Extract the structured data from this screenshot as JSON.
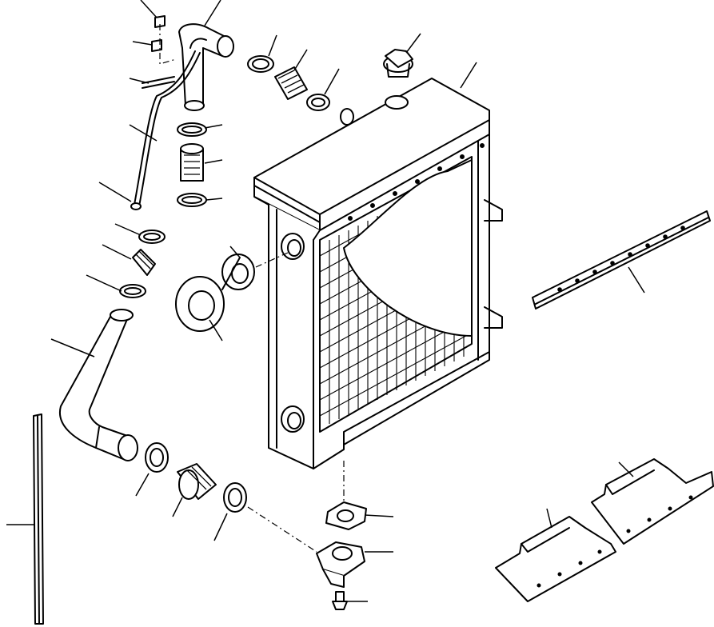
{
  "figure": {
    "type": "exploded-parts-diagram",
    "subject": "radiator-assembly",
    "labels": []
  },
  "parts": [
    {
      "id": "drain-cock",
      "icon": "drain-cock-icon"
    },
    {
      "id": "bracket-upper",
      "icon": "bracket-icon"
    },
    {
      "id": "clamp",
      "icon": "hose-clamp-icon"
    },
    {
      "id": "hose-short",
      "icon": "hose-icon"
    },
    {
      "id": "radiator-cap",
      "icon": "cap-icon"
    },
    {
      "id": "radiator-core",
      "icon": "radiator-icon"
    },
    {
      "id": "rubber-grommet",
      "icon": "grommet-icon"
    },
    {
      "id": "water-outlet-flange",
      "icon": "flange-icon"
    },
    {
      "id": "lower-hose",
      "icon": "hose-icon"
    },
    {
      "id": "rod",
      "icon": "rod-icon"
    },
    {
      "id": "support-plate",
      "icon": "plate-icon"
    },
    {
      "id": "cover-plate-left",
      "icon": "plate-icon"
    },
    {
      "id": "cover-plate-right",
      "icon": "plate-icon"
    },
    {
      "id": "gasket",
      "icon": "gasket-icon"
    },
    {
      "id": "water-inlet-elbow",
      "icon": "elbow-icon"
    },
    {
      "id": "overflow-tube",
      "icon": "tube-icon"
    }
  ]
}
